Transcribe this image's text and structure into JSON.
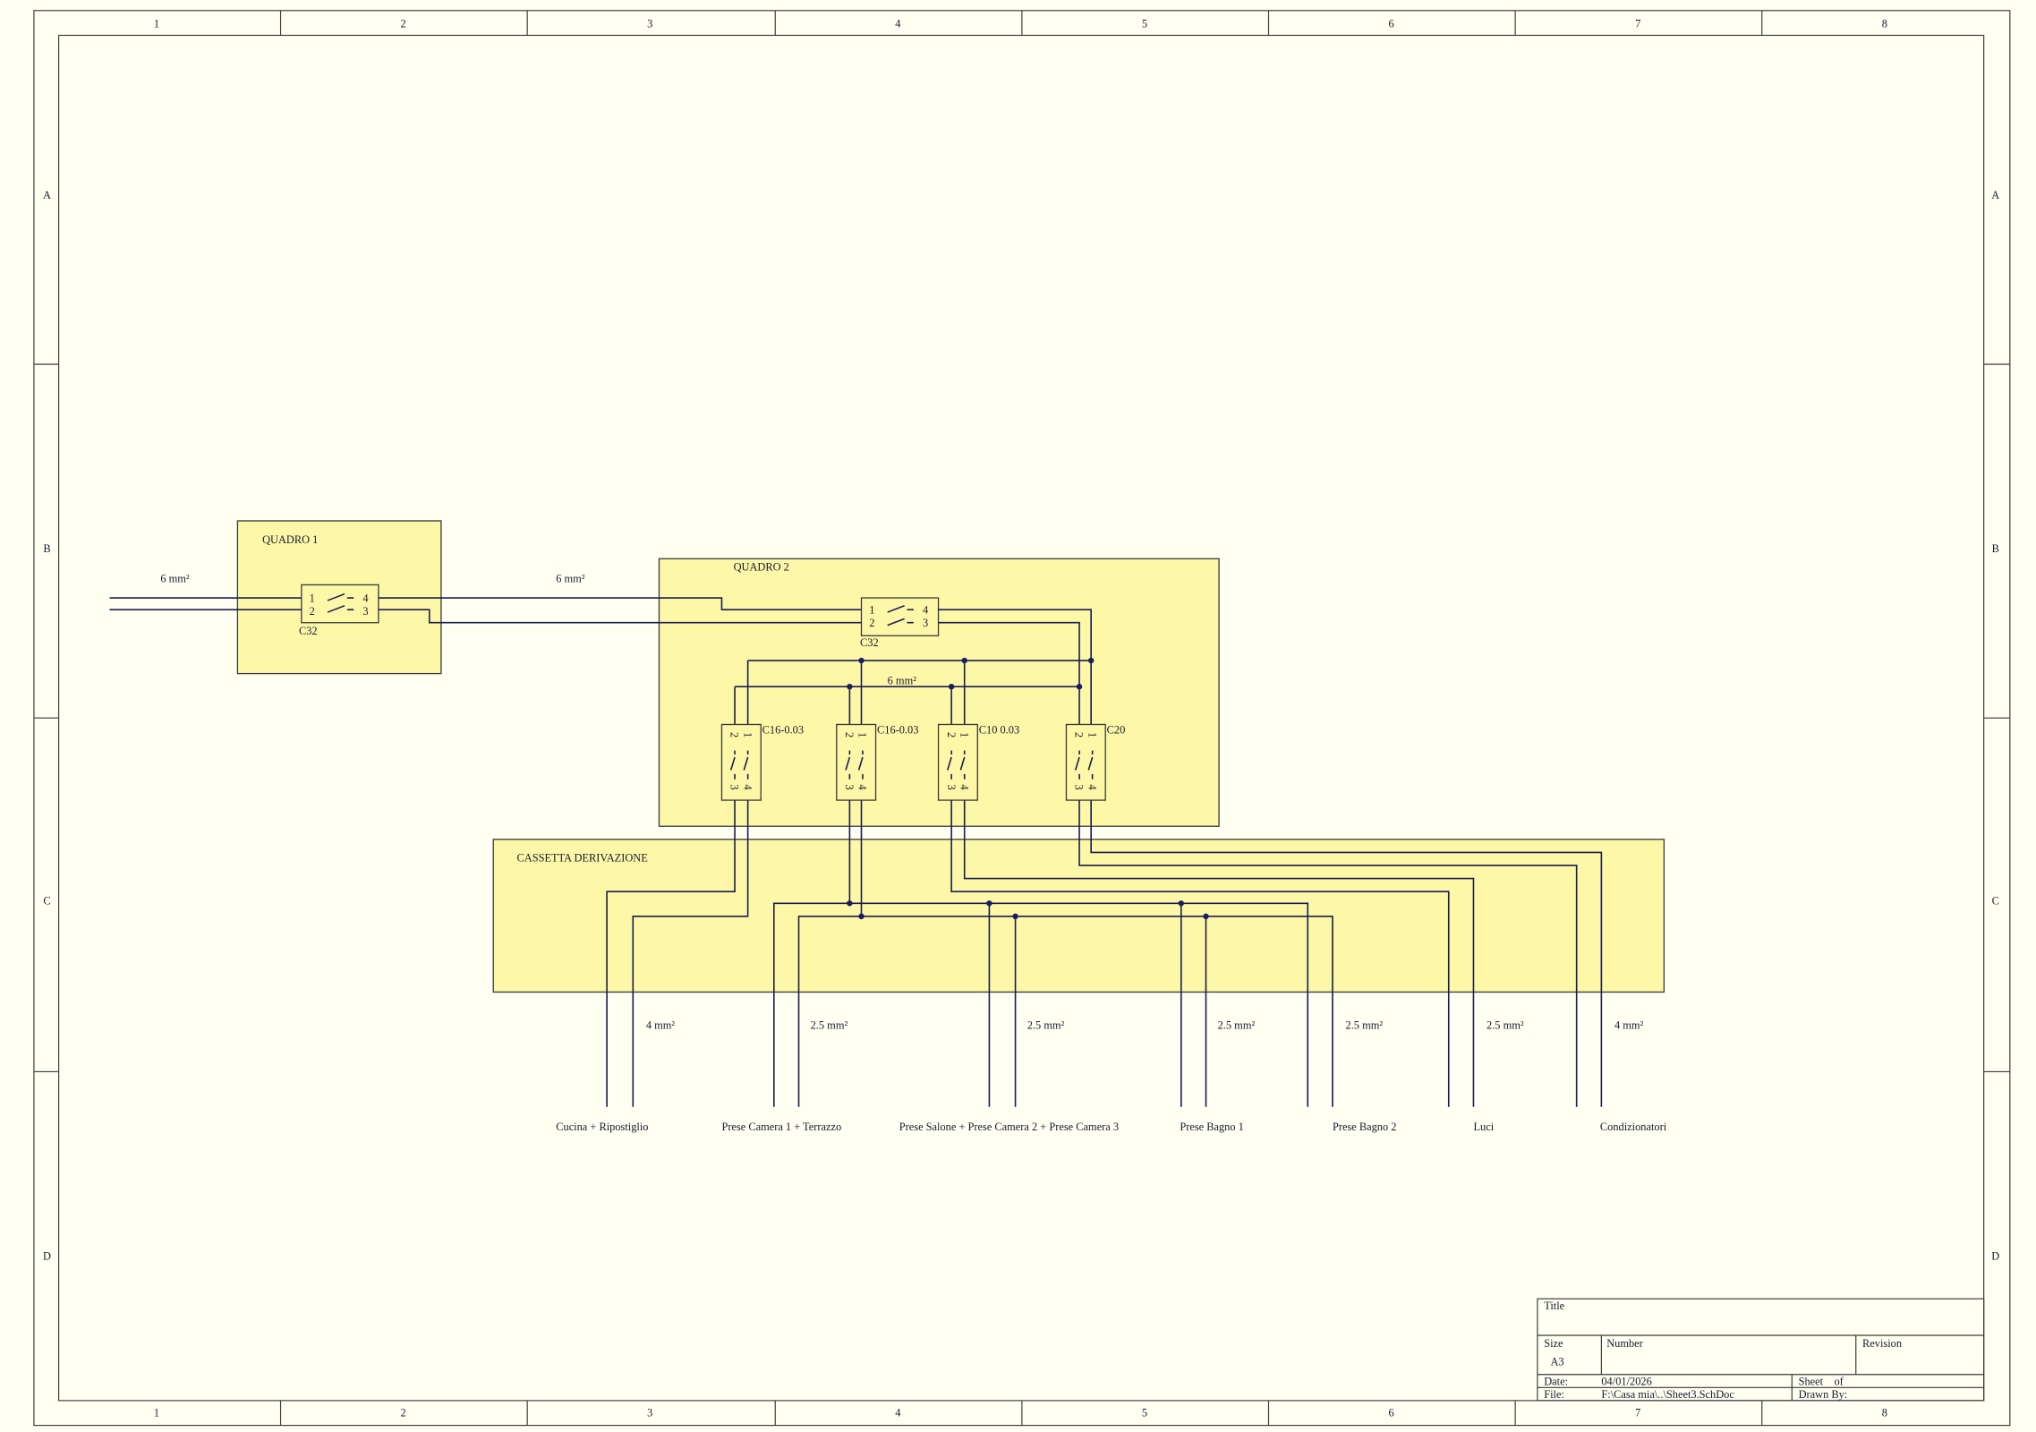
{
  "sheet": {
    "columns": [
      "1",
      "2",
      "3",
      "4",
      "5",
      "6",
      "7",
      "8"
    ],
    "rows": [
      "A",
      "B",
      "C",
      "D"
    ],
    "colors": {
      "background": "#fffff2",
      "panel": "#fcf8a8",
      "wire": "#1c1c50"
    }
  },
  "quadro1": {
    "label": "QUADRO 1",
    "breaker": {
      "name": "C32",
      "pins": [
        "1",
        "2",
        "3",
        "4"
      ]
    },
    "input_cable": "6 mm²"
  },
  "link_cable": "6 mm²",
  "quadro2": {
    "label": "QUADRO 2",
    "main_breaker": {
      "name": "C32",
      "pins": [
        "1",
        "2",
        "3",
        "4"
      ]
    },
    "bus_cable": "6 mm²",
    "breakers": [
      {
        "name": "C16-0.03"
      },
      {
        "name": "C16-0.03"
      },
      {
        "name": "C10 0.03"
      },
      {
        "name": "C20"
      }
    ],
    "breaker_pins": [
      "2",
      "1",
      "3",
      "4"
    ]
  },
  "cassetta": {
    "label": "CASSETTA DERIVAZIONE"
  },
  "circuits": [
    {
      "label": "Cucina + Ripostiglio",
      "cable": "4 mm²"
    },
    {
      "label": "Prese Camera 1 + Terrazzo",
      "cable": "2.5 mm²"
    },
    {
      "label": "Prese Salone + Prese Camera 2 + Prese Camera 3",
      "cable": "2.5 mm²"
    },
    {
      "label": "Prese Bagno 1",
      "cable": "2.5 mm²"
    },
    {
      "label": "Prese Bagno 2",
      "cable": "2.5 mm²"
    },
    {
      "label": "Luci",
      "cable": "2.5 mm²"
    },
    {
      "label": "Condizionatori",
      "cable": "4 mm²"
    }
  ],
  "title_block": {
    "title_label": "Title",
    "size_label": "Size",
    "size_value": "A3",
    "number_label": "Number",
    "revision_label": "Revision",
    "date_label": "Date:",
    "date_value": "04/01/2026",
    "file_label": "File:",
    "file_value": "F:\\Casa mia\\..\\Sheet3.SchDoc",
    "sheet_label": "Sheet    of",
    "drawn_by_label": "Drawn By:"
  }
}
